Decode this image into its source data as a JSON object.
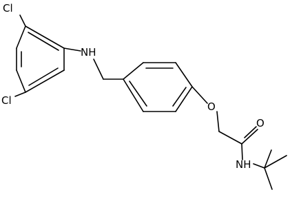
{
  "molecule": {
    "atom_labels": {
      "cl_top": "Cl",
      "cl_bottom": "Cl",
      "nh_amine": "NH",
      "o_ether": "O",
      "o_carbonyl": "O",
      "nh_amide": "NH"
    },
    "colors": {
      "bond": "#000000",
      "label": "#000000",
      "background": "#ffffff"
    }
  }
}
